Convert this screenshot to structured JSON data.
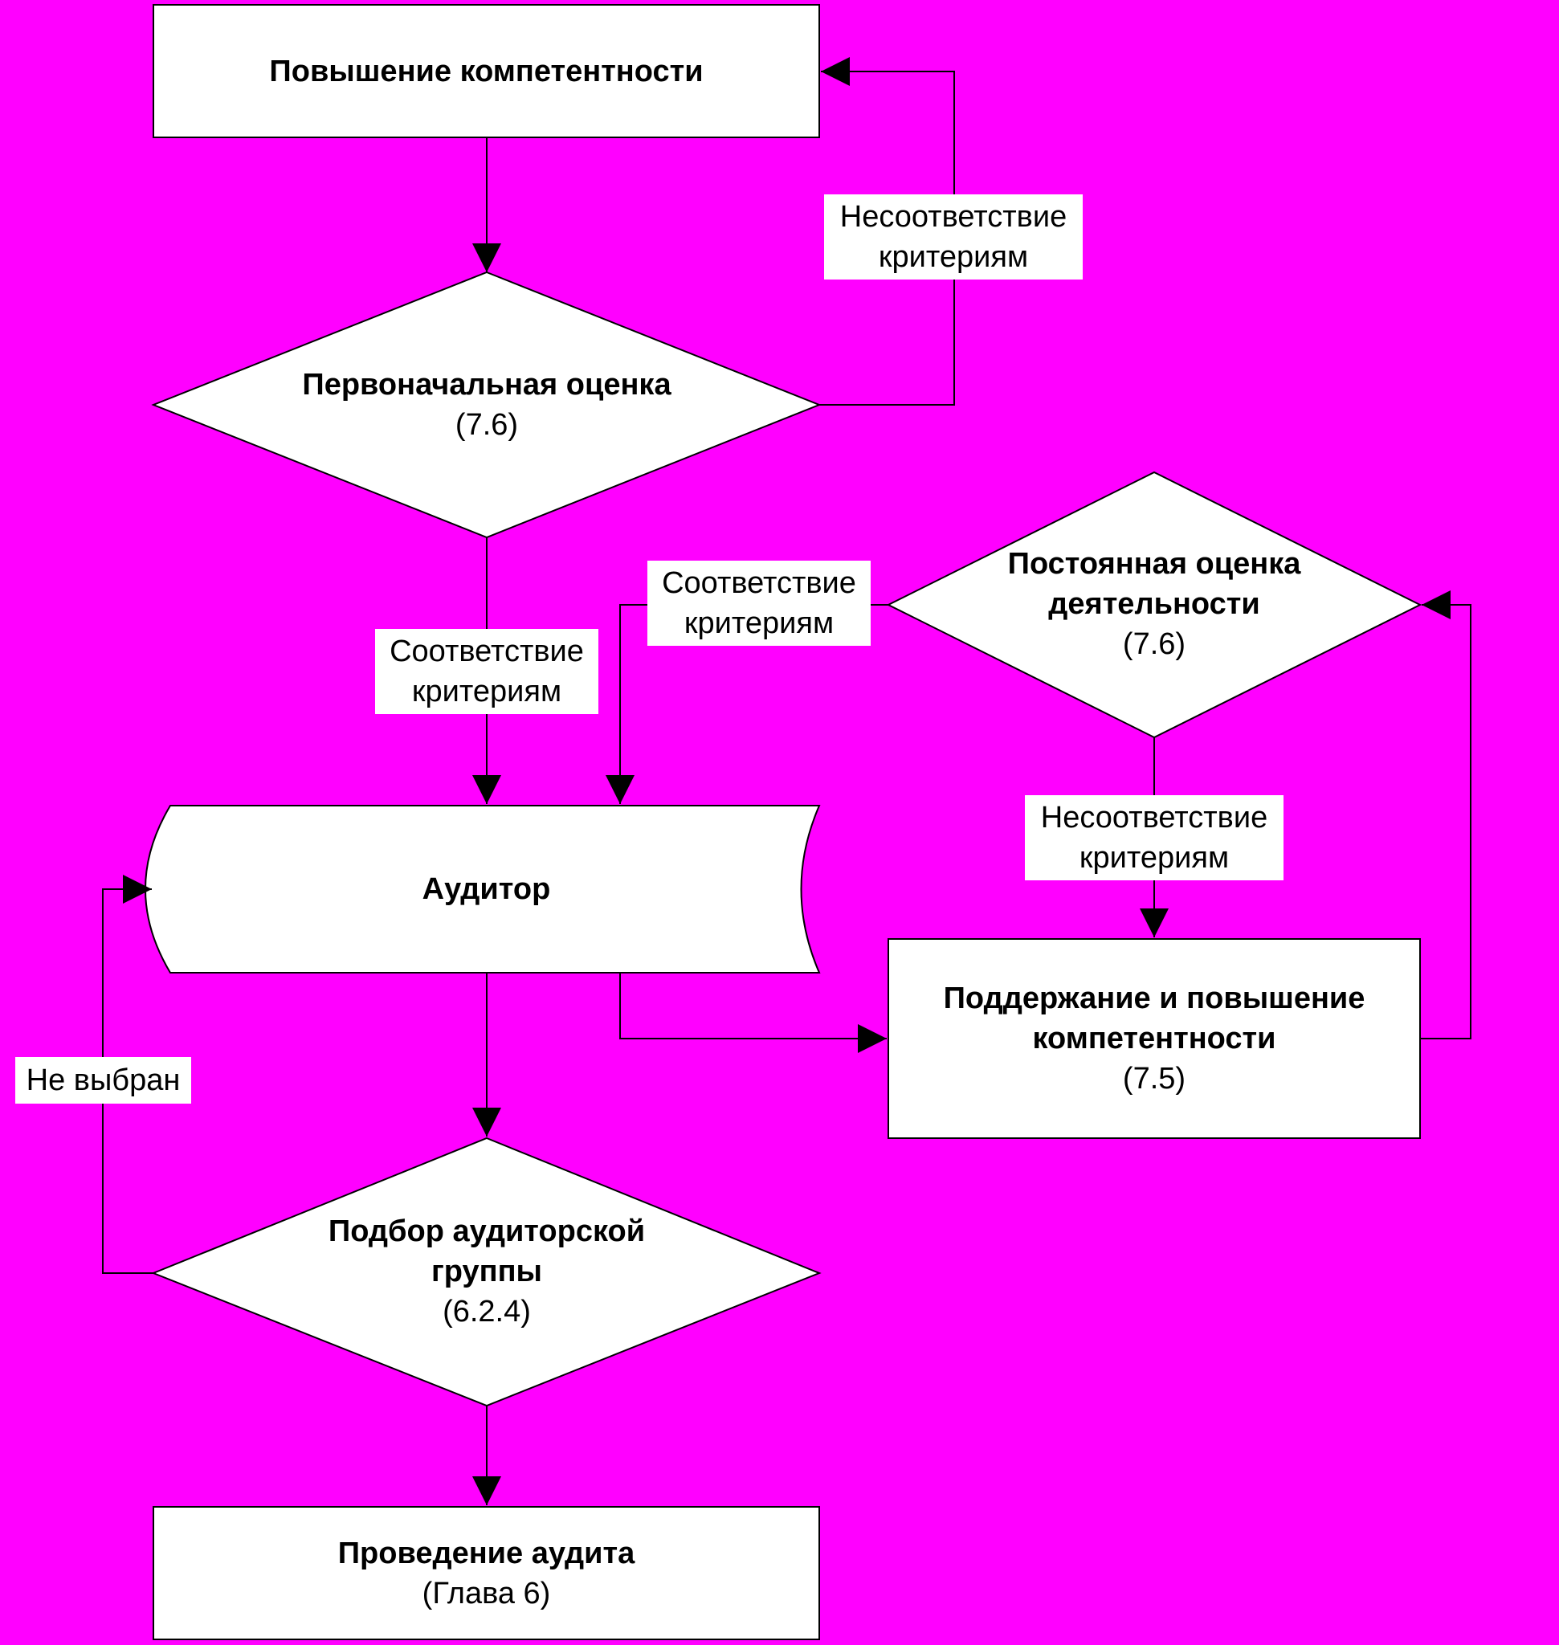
{
  "nodes": {
    "raise_competence": {
      "title": "Повышение компетентности"
    },
    "initial_eval": {
      "title": "Первоначальная оценка",
      "ref": "(7.6)"
    },
    "auditor": {
      "title": "Аудитор"
    },
    "ongoing_eval": {
      "title_line1": "Постоянная оценка",
      "title_line2": "деятельности",
      "ref": "(7.6)"
    },
    "maintain": {
      "title_line1": "Поддержание и повышение",
      "title_line2": "компетентности",
      "ref": "(7.5)"
    },
    "team_select": {
      "title_line1": "Подбор аудиторской",
      "title_line2": "группы",
      "ref": "(6.2.4)"
    },
    "conduct": {
      "title": "Проведение аудита",
      "ref": "(Глава 6)"
    }
  },
  "edge_labels": {
    "mismatch_top": {
      "line1": "Несоответствие",
      "line2": "критериям"
    },
    "match_left": {
      "line1": "Соответствие",
      "line2": "критериям"
    },
    "match_right": {
      "line1": "Соответствие",
      "line2": "критериям"
    },
    "mismatch_right": {
      "line1": "Несоответствие",
      "line2": "критериям"
    },
    "not_selected": {
      "text": "Не выбран"
    }
  }
}
